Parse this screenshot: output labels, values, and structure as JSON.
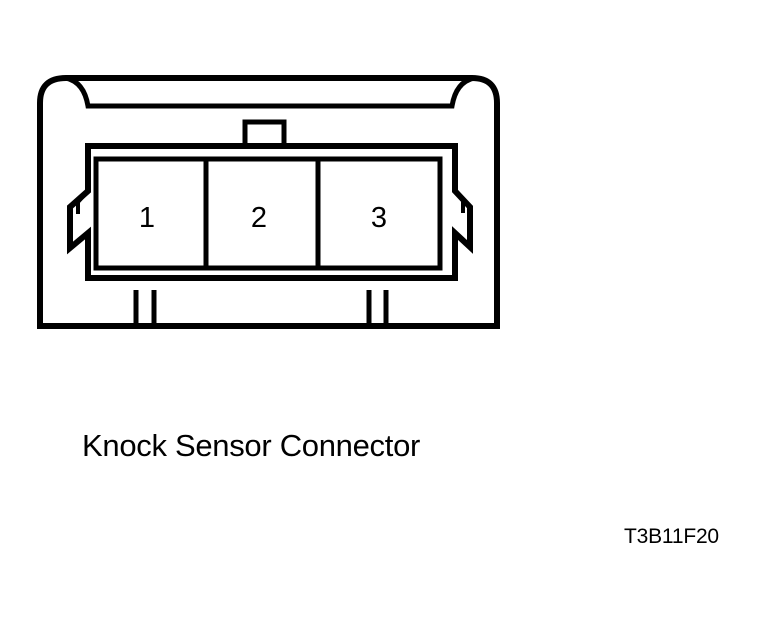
{
  "diagram": {
    "pins": [
      {
        "label": "1"
      },
      {
        "label": "2"
      },
      {
        "label": "3"
      }
    ],
    "caption": "Knock Sensor Connector",
    "figure_code": "T3B11F20"
  },
  "colors": {
    "line": "#000000",
    "background": "#ffffff"
  }
}
